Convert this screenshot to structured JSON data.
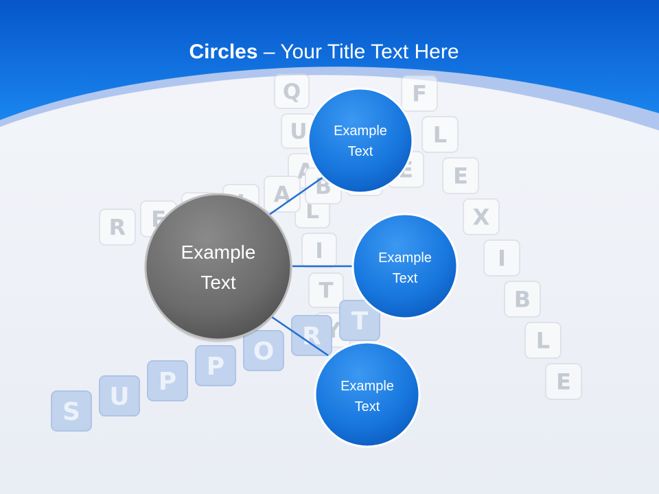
{
  "slide": {
    "title_bold": "Circles",
    "title_rest": " – Your Title Text Here"
  },
  "center_circle": {
    "label_line1": "Example",
    "label_line2": "Text"
  },
  "satellites": [
    {
      "label_line1": "Example",
      "label_line2": "Text"
    },
    {
      "label_line1": "Example",
      "label_line2": "Text"
    },
    {
      "label_line1": "Example",
      "label_line2": "Text"
    }
  ],
  "background_words": [
    "QUALITY",
    "FLEXIBLE",
    "RELIABLE",
    "SUPPORT"
  ],
  "colors": {
    "header_blue": "#0a66d6",
    "satellite_blue": "#1a7be0",
    "center_gray": "#6e6e6e",
    "connector": "#1f6fd0"
  }
}
